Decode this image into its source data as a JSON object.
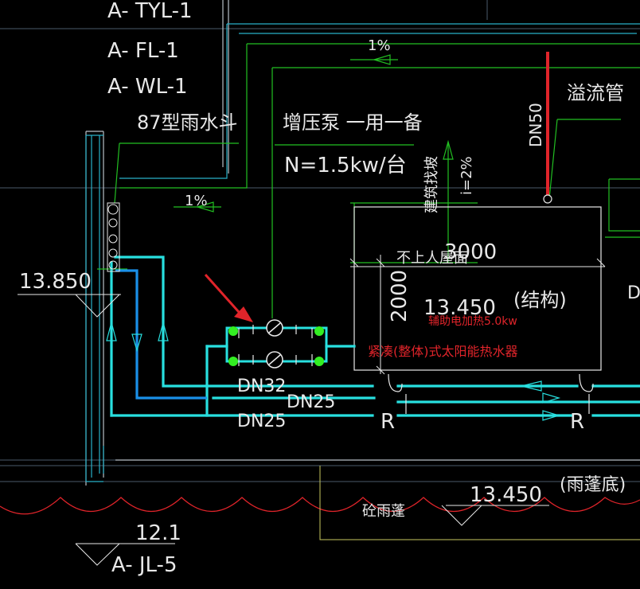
{
  "colors": {
    "background": "#000000",
    "pipe_cyan": "#28e0e0",
    "pipe_blue": "#1a90e8",
    "green_line": "#22c022",
    "white_text": "#e8e8e8",
    "red_accent": "#e0242a",
    "node_green": "#33ee22",
    "outline_yellow": "#c8c860"
  },
  "icons": [
    "pump-icon",
    "valve-icon",
    "float-ball-icon",
    "red-arrow-icon",
    "level-triangle-icon",
    "trap-icon"
  ],
  "labels": {
    "pipe_tyl": "A- TYL-1",
    "pipe_fl": "A- FL-1",
    "pipe_wl": "A- WL-1",
    "rain_hopper": "87型雨水斗",
    "pump": "增压泵 一用一备",
    "power": "N=1.5kw/台",
    "overflow": "溢流管",
    "dn50": "DN50",
    "slope_top": "1%",
    "slope_left": "1%",
    "slope_i": "i=2%",
    "building_slope": "建筑找坡",
    "dim_3000": "3000",
    "dim_2000": "2000",
    "roof_no_access": "不上人屋面",
    "elev_1350": "13.450",
    "structure": "(结构)",
    "heater_electric": "辅助电加热5.0kw",
    "heater_name": "紧凑(整体)式太阳能热水器",
    "elev_13850": "13.850",
    "dn32": "DN32",
    "dn25_mid": "DN25",
    "dn25_low": "DN25",
    "r_left": "R",
    "r_right": "R",
    "elev_canopy": "13.450",
    "canopy_bottom": "(雨蓬底)",
    "concrete_canopy": "砼雨蓬",
    "elev_121": "12.1",
    "pipe_jl": "A- JL-5",
    "d_partial": "D"
  }
}
